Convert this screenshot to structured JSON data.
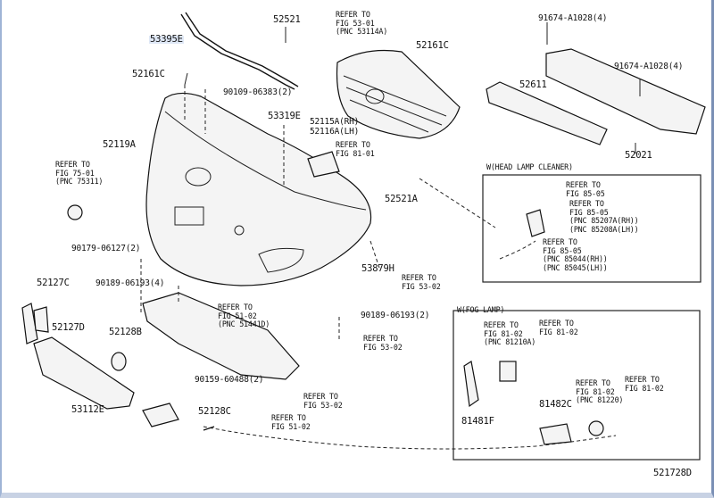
{
  "labels": {
    "p52521": "52521",
    "p53395e": "53395E",
    "p52161c_left": "52161C",
    "p90109": "90109-06383(2)",
    "p53319e": "53319E",
    "p52119a": "52119A",
    "p52115a": "52115A(RH)",
    "p52116a": "52116A(LH)",
    "p52521a": "52521A",
    "p90179": "90179-06127(2)",
    "p53879h": "53879H",
    "p52127c": "52127C",
    "p52127d": "52127D",
    "p52128b": "52128B",
    "p53112e": "53112E",
    "p52128c": "52128C",
    "p90189_left": "90189-06193(4)",
    "p90189_right": "90189-06193(2)",
    "p90159": "90159-60488(2)",
    "p52161c_top": "52161C",
    "p91674_a": "91674-A1028(4)",
    "p91674_b": "91674-A1028(4)",
    "p52611": "52611",
    "p52021": "52021",
    "p81481f": "81481F",
    "p81482c": "81482C",
    "diagram_code": "521728D"
  },
  "refs": {
    "grille": "REFER TO\nFIG 53-01\n(PNC 53114A)",
    "fig7501": "REFER TO\nFIG 75-01\n(PNC 75311)",
    "fig8101": "REFER TO\nFIG 81-01",
    "fig5302_a": "REFER TO\nFIG 53-02",
    "fig5302_b": "REFER TO\nFIG 53-02",
    "fig5102_c": "REFER TO\nFIG 51-02\n(PNC 51441D)",
    "fig5302_d": "REFER TO\nFIG 53-02",
    "fig5102_e": "REFER TO\nFIG 51-02",
    "hlc_1": "REFER TO\nFIG 85-05",
    "hlc_2": "REFER TO\nFIG 85-05\n(PNC 85207A(RH))\n(PNC 85208A(LH))",
    "hlc_3": "REFER TO\nFIG 85-05\n(PNC 85044(RH))\n(PNC 85045(LH))",
    "fog_1": "REFER TO\nFIG 81-02\n(PNC 81210A)",
    "fog_2": "REFER TO\nFIG 81-02",
    "fog_3": "REFER TO\nFIG 81-02\n(PNC 81220)",
    "fog_4": "REFER TO\nFIG 81-02"
  },
  "insets": {
    "headlamp_title": "W(HEAD LAMP CLEANER)",
    "foglamp_title": "W(FOG LAMP)"
  }
}
